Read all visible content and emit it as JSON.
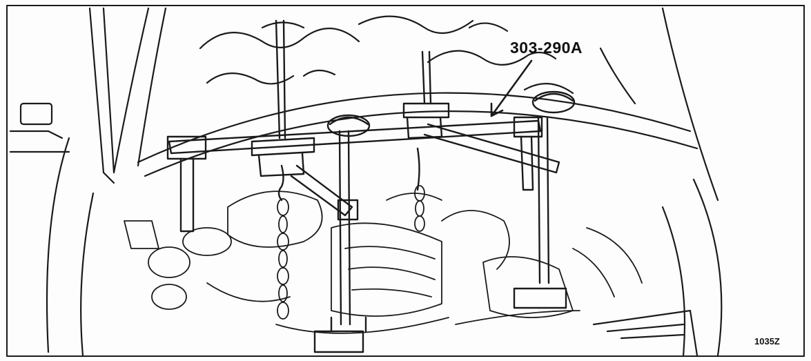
{
  "figure": {
    "callout_label": "303-290A",
    "figure_id": "1035Z",
    "line_color": "#1a1a1a",
    "paper_color": "#fdfdfd",
    "subject": "engine-support-bar-on-vehicle"
  }
}
